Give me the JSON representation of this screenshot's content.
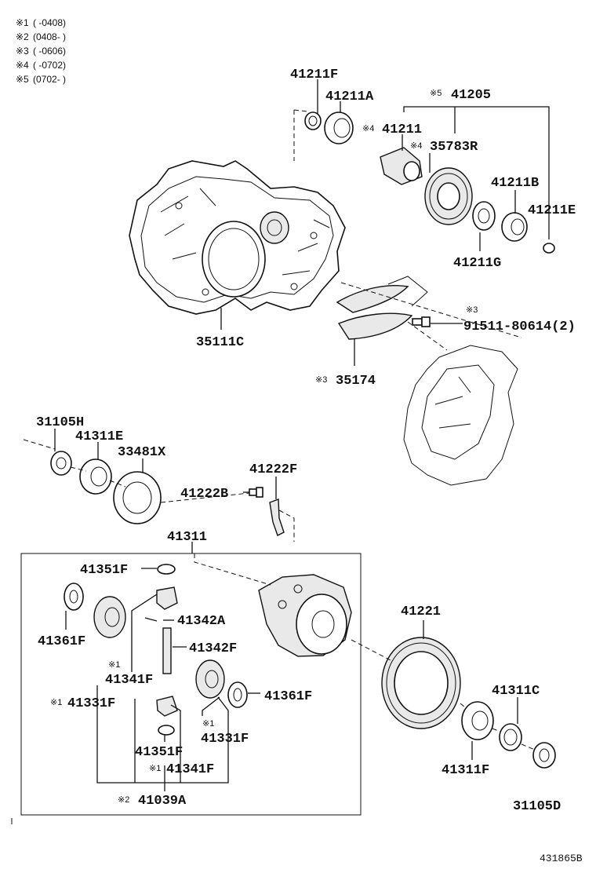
{
  "legend": [
    {
      "mark": "※1",
      "text": "(      -0408)"
    },
    {
      "mark": "※2",
      "text": "(0408-        )"
    },
    {
      "mark": "※3",
      "text": "(      -0606)"
    },
    {
      "mark": "※4",
      "text": "(      -0702)"
    },
    {
      "mark": "※5",
      "text": "(0702-        )"
    }
  ],
  "labels": {
    "p41211F_top": "41211F",
    "p41211A": "41211A",
    "p41205": "41205",
    "p41205_mark": "※5",
    "p41211": "41211",
    "p41211_mark": "※4",
    "p35783R": "35783R",
    "p35783R_mark": "※4",
    "p41211B": "41211B",
    "p41211E": "41211E",
    "p41211G": "41211G",
    "p91511": "91511-80614(2)",
    "p91511_mark": "※3",
    "p35111C": "35111C",
    "p35174": "35174",
    "p35174_mark": "※3",
    "p31105H": "31105H",
    "p41311E": "41311E",
    "p33481X": "33481X",
    "p41222F": "41222F",
    "p41222B": "41222B",
    "p41311": "41311",
    "p41351F_top": "41351F",
    "p41342A": "41342A",
    "p41342F": "41342F",
    "p41361F_left": "41361F",
    "p41341F_upper": "41341F",
    "p41341F_upper_mark": "※1",
    "p41331F_left": "41331F",
    "p41331F_left_mark": "※1",
    "p41361F_right": "41361F",
    "p41331F_right": "41331F",
    "p41331F_right_mark": "※1",
    "p41351F_bottom": "41351F",
    "p41341F_lower": "41341F",
    "p41341F_lower_mark": "※1",
    "p41039A": "41039A",
    "p41039A_mark": "※2",
    "p41221": "41221",
    "p41311C": "41311C",
    "p41311F": "41311F",
    "p31105D": "31105D"
  },
  "figure_id": "431865B"
}
